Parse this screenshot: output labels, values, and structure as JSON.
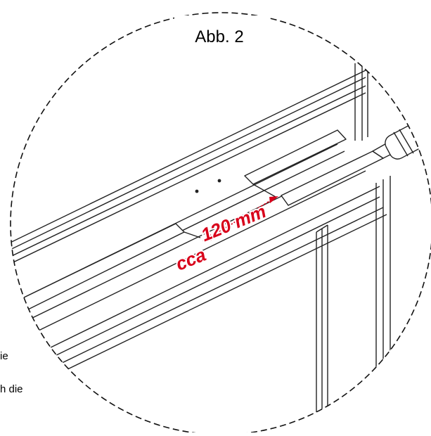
{
  "figure": {
    "caption": "Abb. 2",
    "measurement_prefix": "cca",
    "measurement_value": "120 mm",
    "accent_color": "#d8001a"
  },
  "side_text": {
    "fragment_1": "ie",
    "fragment_2": "h die"
  }
}
